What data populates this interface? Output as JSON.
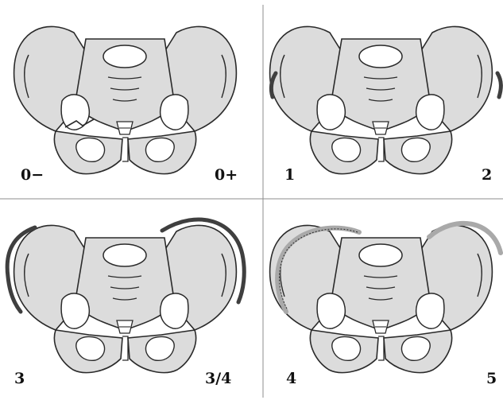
{
  "figure": {
    "colors": {
      "bone_fill": "#dcdcdc",
      "bone_stroke": "#2a2a2a",
      "divider": "#8c8c8c",
      "dark_band": "#3f3f3f",
      "light_band": "#a9a9a9"
    },
    "panels": [
      {
        "id": "top-left",
        "label_left": "0−",
        "label_right": "0+",
        "variant": "fractured"
      },
      {
        "id": "top-right",
        "label_left": "1",
        "label_right": "2",
        "variant": "small-arcs"
      },
      {
        "id": "bottom-left",
        "label_left": "3",
        "label_right": "3/4",
        "variant": "large-arcs"
      },
      {
        "id": "bottom-right",
        "label_left": "4",
        "label_right": "5",
        "variant": "dotted-and-cap"
      }
    ]
  }
}
